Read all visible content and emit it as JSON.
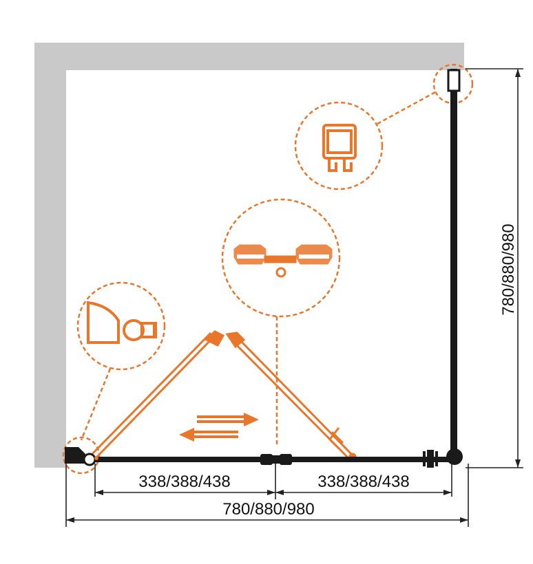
{
  "dimensions": {
    "panel_left": "338/388/438",
    "panel_right": "338/388/438",
    "overall_width": "780/880/980",
    "overall_height": "780/880/980"
  },
  "colors": {
    "wall": "#c9c9c9",
    "accent": "#e8762b",
    "frame": "#1a1a1a",
    "line": "#222222"
  },
  "icons": {
    "arrow_right": "sliding-arrow-right-icon",
    "arrow_left": "sliding-arrow-left-icon"
  }
}
